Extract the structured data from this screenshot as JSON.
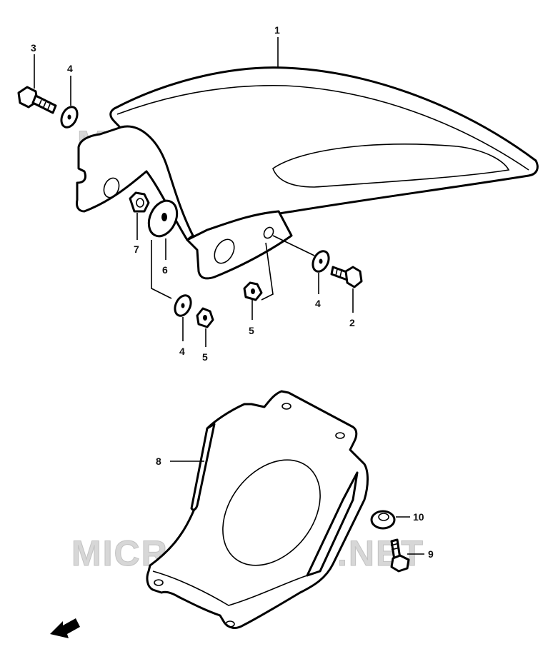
{
  "watermark": {
    "text": "MICROFICHES.NET"
  },
  "callouts": {
    "c1": "1",
    "c2": "2",
    "c3": "3",
    "c4a": "4",
    "c4b": "4",
    "c4c": "4",
    "c5a": "5",
    "c5b": "5",
    "c6": "6",
    "c7": "7",
    "c8": "8",
    "c9": "9",
    "c10": "10"
  },
  "colors": {
    "ink": "#000000",
    "watermark": "#d7d7d7",
    "background": "#ffffff"
  },
  "icons": {
    "direction_arrow": "front-arrow-icon"
  }
}
